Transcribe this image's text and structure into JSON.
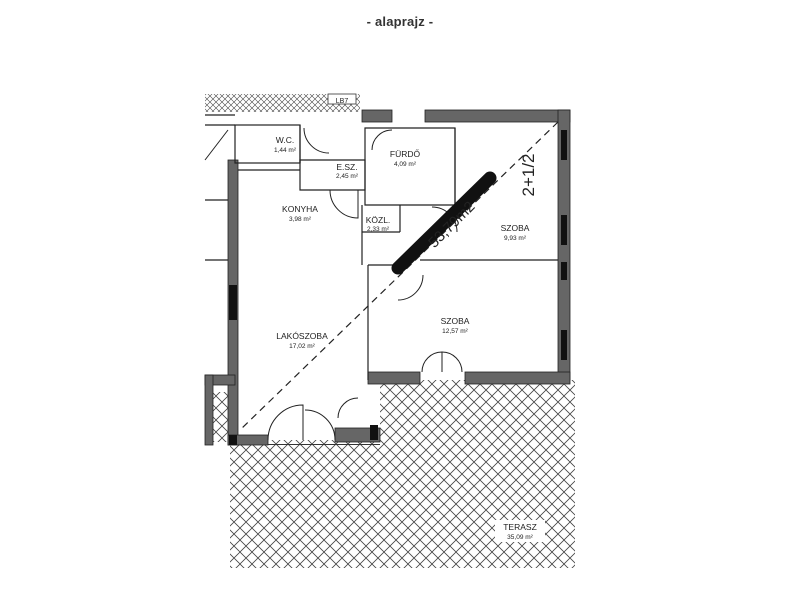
{
  "title": "- alaprajz -",
  "rooms": [
    {
      "key": "wc",
      "name": "W.C.",
      "area": "1,44 m²"
    },
    {
      "key": "esz",
      "name": "E.SZ.",
      "area": "2,45 m²"
    },
    {
      "key": "furdo",
      "name": "FÜRDŐ",
      "area": "4,09 m²"
    },
    {
      "key": "konyha",
      "name": "KONYHA",
      "area": "3,98 m²"
    },
    {
      "key": "kozl",
      "name": "KÖZL.",
      "area": "2,33 m²"
    },
    {
      "key": "szoba1",
      "name": "SZOBA",
      "area": "9,93 m²"
    },
    {
      "key": "szoba2",
      "name": "SZOBA",
      "area": "12,57 m²"
    },
    {
      "key": "lakoszoba",
      "name": "LAKÓSZOBA",
      "area": "17,02 m²"
    },
    {
      "key": "terasz",
      "name": "TERASZ",
      "area": "35,09 m²"
    }
  ],
  "annotations": {
    "total_area": "53,79m2",
    "room_count": "2+1/2",
    "top_tag": "LB7"
  },
  "colors": {
    "wall": "#555555",
    "line": "#222222",
    "marker": "#111111"
  }
}
